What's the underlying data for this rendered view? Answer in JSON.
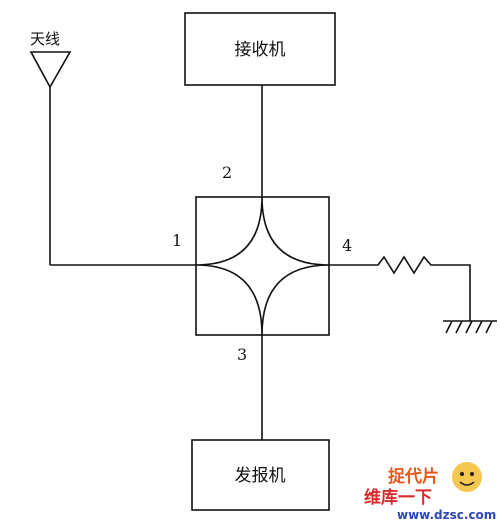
{
  "antenna": {
    "label": "天线"
  },
  "receiver": {
    "label": "接收机"
  },
  "transmitter": {
    "label": "发报机"
  },
  "ports": {
    "p1": "1",
    "p2": "2",
    "p3": "3",
    "p4": "4"
  },
  "watermark": {
    "line1": "维库一下",
    "line2": "www.dzsc.com",
    "logo_chars": "捉代片"
  },
  "colors": {
    "line": "#111111",
    "watermark_orange": "#e9571b",
    "watermark_red": "#d92b2b",
    "watermark_blue": "#2b47b8"
  }
}
